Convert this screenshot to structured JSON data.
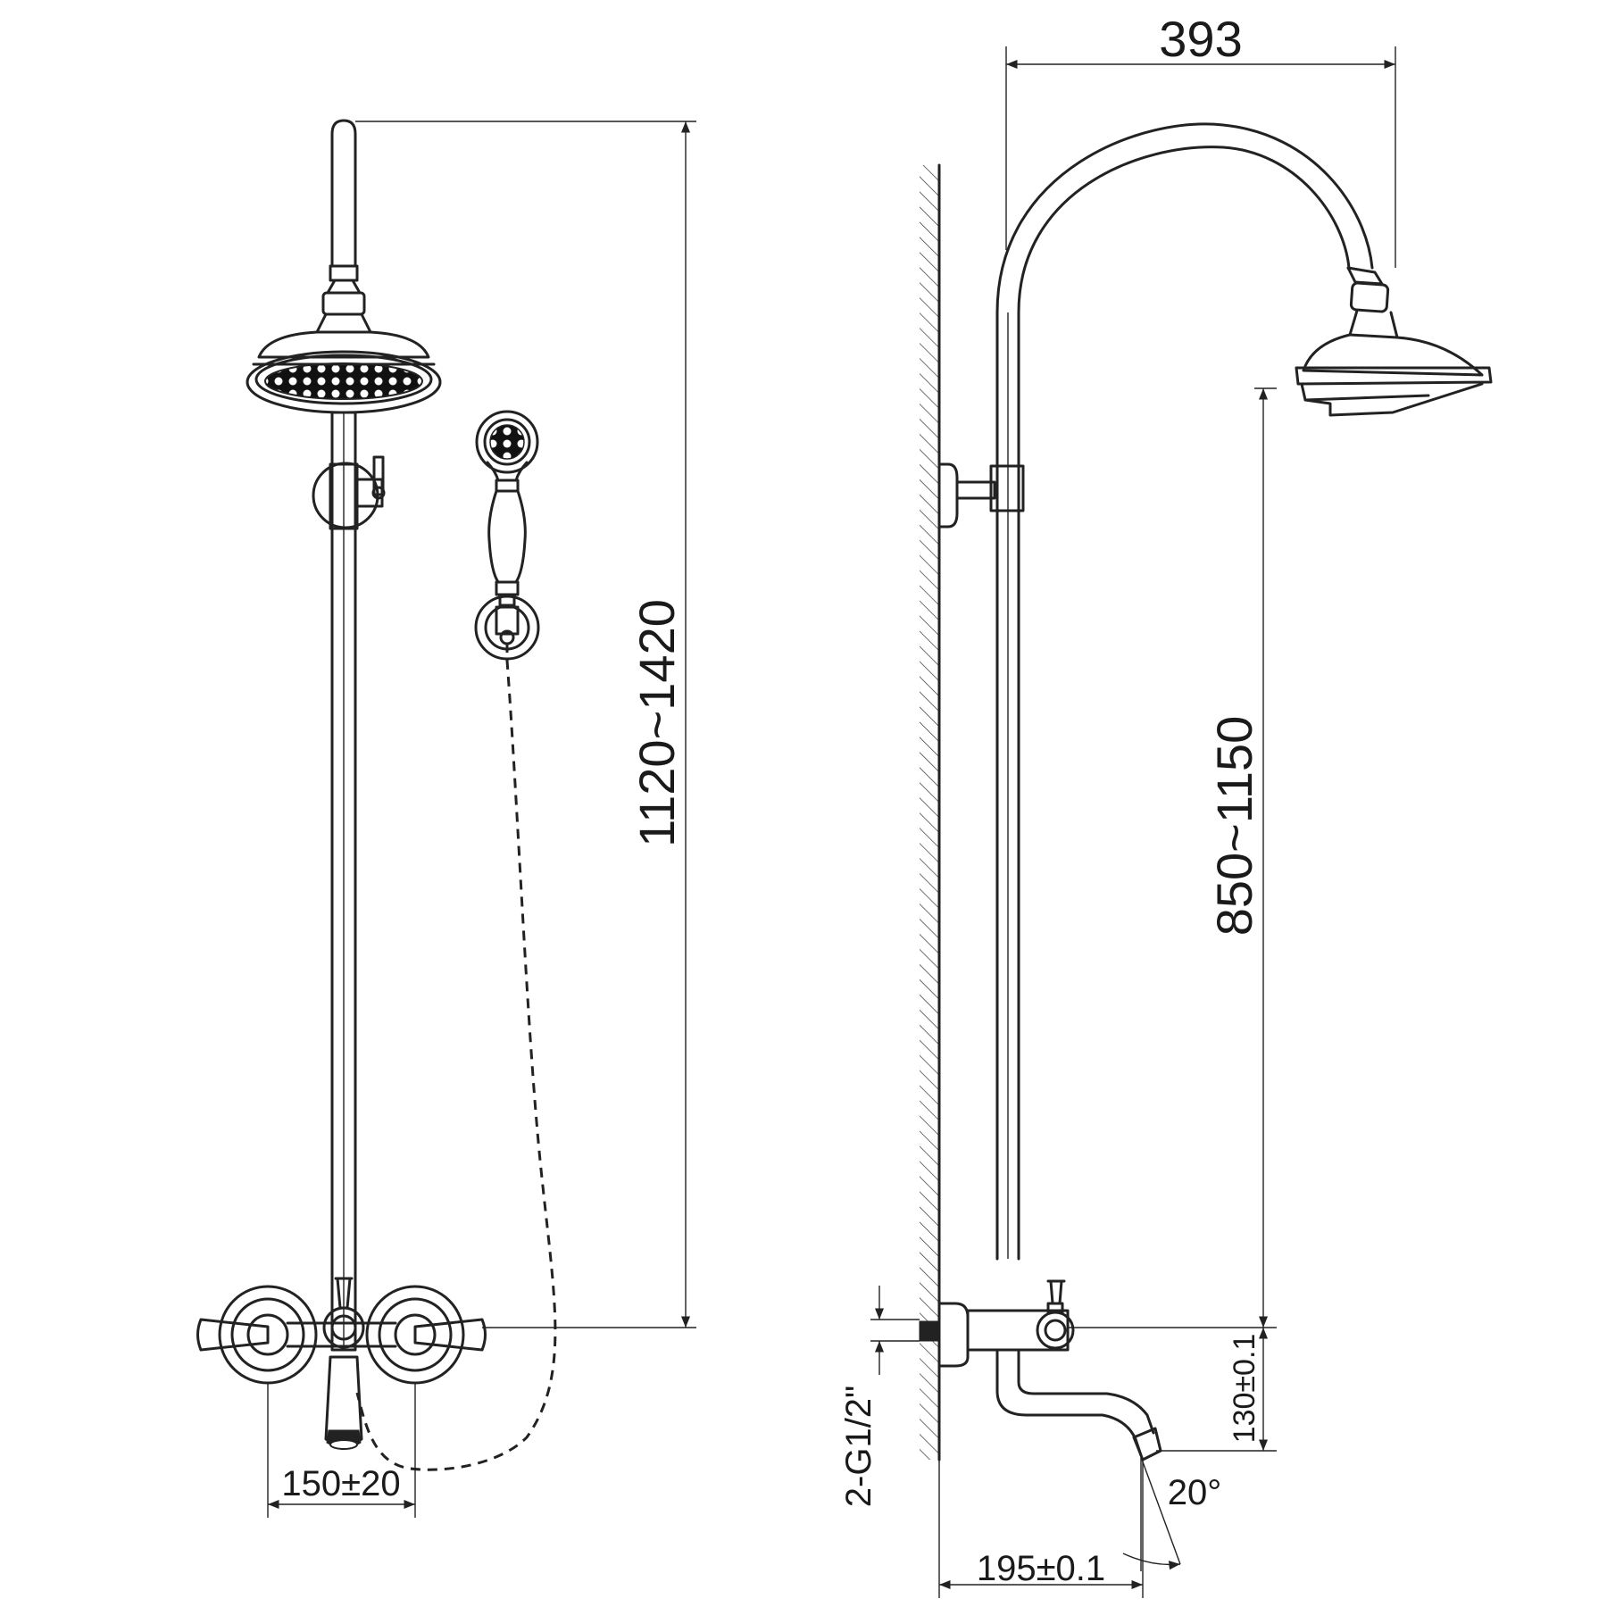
{
  "dimensions": {
    "top_width": "393",
    "front_height": "1120~1420",
    "side_height": "850~1150",
    "inlet_spacing": "150±20",
    "inlet_thread": "2-G1/2\"",
    "spout_height": "130±0.1",
    "spout_angle": "20°",
    "spout_reach": "195±0.1"
  }
}
